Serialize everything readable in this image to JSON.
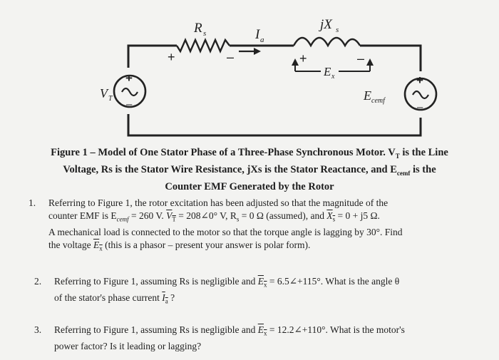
{
  "circuit": {
    "labels": {
      "vt": "V",
      "vt_sub": "T",
      "rs": "R",
      "rs_sub": "s",
      "ia": "I",
      "ia_sub": "a",
      "jxs": "jX",
      "jxs_sub": "s",
      "ex": "E",
      "ex_sub": "x",
      "ecemf": "E",
      "ecemf_sub": "cemf",
      "plus": "+",
      "minus": "–"
    }
  },
  "caption": {
    "line1": "Figure 1 – Model of One Stator Phase of a Three-Phase Synchronous Motor. V",
    "line1_sub": "T",
    "line1_end": " is the Line",
    "line2a": "Voltage, Rs is the Stator Wire Resistance, jXs is the Stator Reactance, and E",
    "line2_sub": "cemf",
    "line2_end": " is the",
    "line3": "Counter EMF Generated by the Rotor"
  },
  "questions": {
    "q1": {
      "num": "1.",
      "t1": "Referring to Figure 1, the rotor excitation has been adjusted so that the magnitude of the",
      "t2a": "counter EMF is E",
      "t2b": "cemf",
      "t2c": " = 260 V. ",
      "t2d": "V",
      "t2e": "T",
      "t2f": " = 208∠0° V, R",
      "t2g": "s",
      "t2h": " = 0 Ω (assumed), and ",
      "t2i": "X",
      "t2j": "s",
      "t2k": " = 0 + j5 Ω.",
      "t3": "A mechanical load is connected to the motor so that the torque angle is lagging by 30°. Find",
      "t4a": "the voltage ",
      "t4b": "E",
      "t4c": "x",
      "t4d": " (this is a phasor – present your answer is polar form)."
    },
    "q2": {
      "num": "2.",
      "t1a": "Referring to Figure 1, assuming Rs is negligible and ",
      "t1b": "E",
      "t1c": "x",
      "t1d": " = 6.5∠+115°. What is the angle θ",
      "t2a": "of the stator's phase current ",
      "t2b": "I",
      "t2c": "a",
      "t2d": " ?"
    },
    "q3": {
      "num": "3.",
      "t1a": "Referring to Figure 1, assuming Rs is negligible and ",
      "t1b": "E",
      "t1c": "x",
      "t1d": " = 12.2∠+110°. What is the motor's",
      "t2": "power factor? Is it leading or lagging?"
    }
  }
}
